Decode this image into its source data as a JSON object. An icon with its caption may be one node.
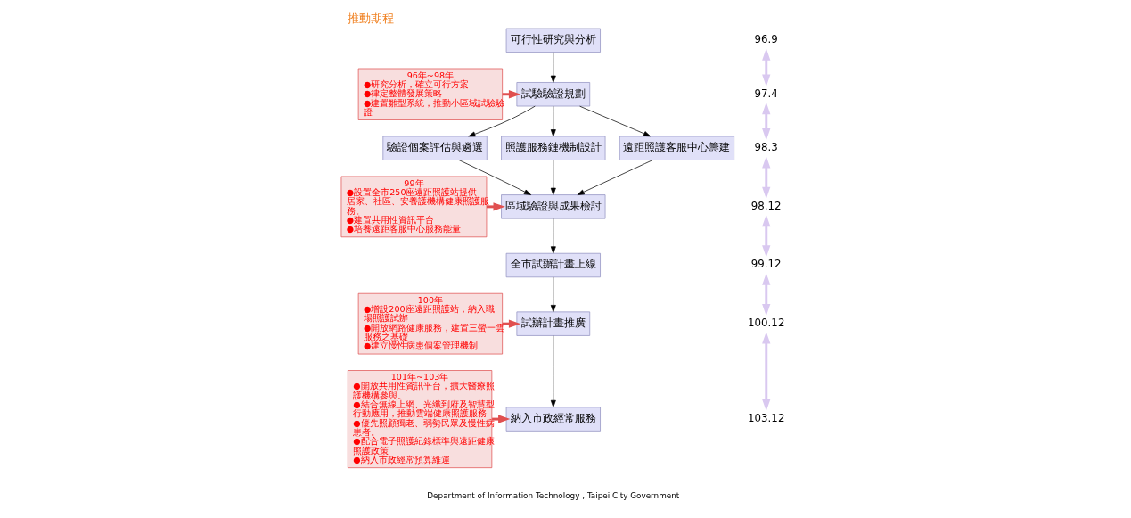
{
  "diagram": {
    "title": "推動期程",
    "caption": "Department of Information Technology , Taipei City Government",
    "nodes": [
      {
        "text": [
          "可行性研究與分析"
        ]
      },
      {
        "text": [
          "試驗驗證規劃"
        ]
      },
      {
        "text": [
          "驗證個案評估與遴選"
        ]
      },
      {
        "text": [
          "照護服務鏈機制設計"
        ]
      },
      {
        "text": [
          "遠距照護客服中心籌建"
        ]
      },
      {
        "text": [
          "區域驗證與成果檢討"
        ]
      },
      {
        "text": [
          "全市試辦計畫上線"
        ]
      },
      {
        "text": [
          "試辦計畫推廣"
        ]
      },
      {
        "text": [
          "納入市政經常服務"
        ]
      },
      {
        "text": [
          "96年~98年",
          "●研究分析，確立可行方案",
          "●律定整體發展策略",
          "●建置雛型系統，推動小區域試驗驗證"
        ]
      },
      {
        "text": [
          "99年",
          "●設置全市250座遠距照護站提供居家、社區、安養護機構健康照護服務。",
          "●建置共用性資訊平台",
          "●培養遠距客服中心服務能量"
        ]
      },
      {
        "text": [
          "100年",
          "●增設200座遠距照護站，納入職場照護試辦",
          "●開放網路健康服務，建置三螢一雲服務之基礎",
          "●建立慢性病患個案管理機制"
        ]
      },
      {
        "text": [
          "101年~103年",
          "●開放共用性資訊平台，擴大醫療照護機構參與。",
          "●結合無線上網、光纖到府及智慧型行動應用，推動雲端健康照護服務",
          "●優先照顧獨老、弱勢民眾及慢性病患者。",
          "●配合電子照護紀錄標準與遠距健康照護政策",
          "●納入市政經常預算維運"
        ]
      },
      {
        "text": [
          "96.9"
        ]
      },
      {
        "text": [
          "97.4"
        ]
      },
      {
        "text": [
          "98.3"
        ]
      },
      {
        "text": [
          "98.12"
        ]
      },
      {
        "text": [
          "99.12"
        ]
      },
      {
        "text": [
          "100.12"
        ]
      },
      {
        "text": [
          "103.12"
        ]
      }
    ],
    "edges": [
      {
        "from": 0,
        "to": 1,
        "arrow": "to"
      },
      {
        "from": 1,
        "to": 2,
        "arrow": "to"
      },
      {
        "from": 1,
        "to": 3,
        "arrow": "to"
      },
      {
        "from": 1,
        "to": 4,
        "arrow": "to"
      },
      {
        "from": 2,
        "to": 5,
        "arrow": "to"
      },
      {
        "from": 3,
        "to": 5,
        "arrow": "to"
      },
      {
        "from": 4,
        "to": 5,
        "arrow": "to"
      },
      {
        "from": 5,
        "to": 6,
        "arrow": "to"
      },
      {
        "from": 6,
        "to": 7,
        "arrow": "to"
      },
      {
        "from": 7,
        "to": 8,
        "arrow": "to"
      },
      {
        "from": 9,
        "to": 1,
        "arrow": "to",
        "style": "thick",
        "color": "#e05050"
      },
      {
        "from": 10,
        "to": 5,
        "arrow": "to",
        "style": "thick",
        "color": "#e05050"
      },
      {
        "from": 11,
        "to": 7,
        "arrow": "to",
        "style": "thick",
        "color": "#e05050"
      },
      {
        "from": 12,
        "to": 8,
        "arrow": "to",
        "style": "thick",
        "color": "#e05050"
      },
      {
        "from": 13,
        "to": 14,
        "arrow": "both",
        "style": "thick",
        "color": "#d9c8f0"
      },
      {
        "from": 14,
        "to": 15,
        "arrow": "both",
        "style": "thick",
        "color": "#d9c8f0"
      },
      {
        "from": 15,
        "to": 16,
        "arrow": "both",
        "style": "thick",
        "color": "#d9c8f0"
      },
      {
        "from": 16,
        "to": 17,
        "arrow": "both",
        "style": "thick",
        "color": "#d9c8f0"
      },
      {
        "from": 17,
        "to": 18,
        "arrow": "both",
        "style": "thick",
        "color": "#d9c8f0"
      },
      {
        "from": 18,
        "to": 19,
        "arrow": "both",
        "style": "thick",
        "color": "#d9c8f0"
      }
    ]
  }
}
